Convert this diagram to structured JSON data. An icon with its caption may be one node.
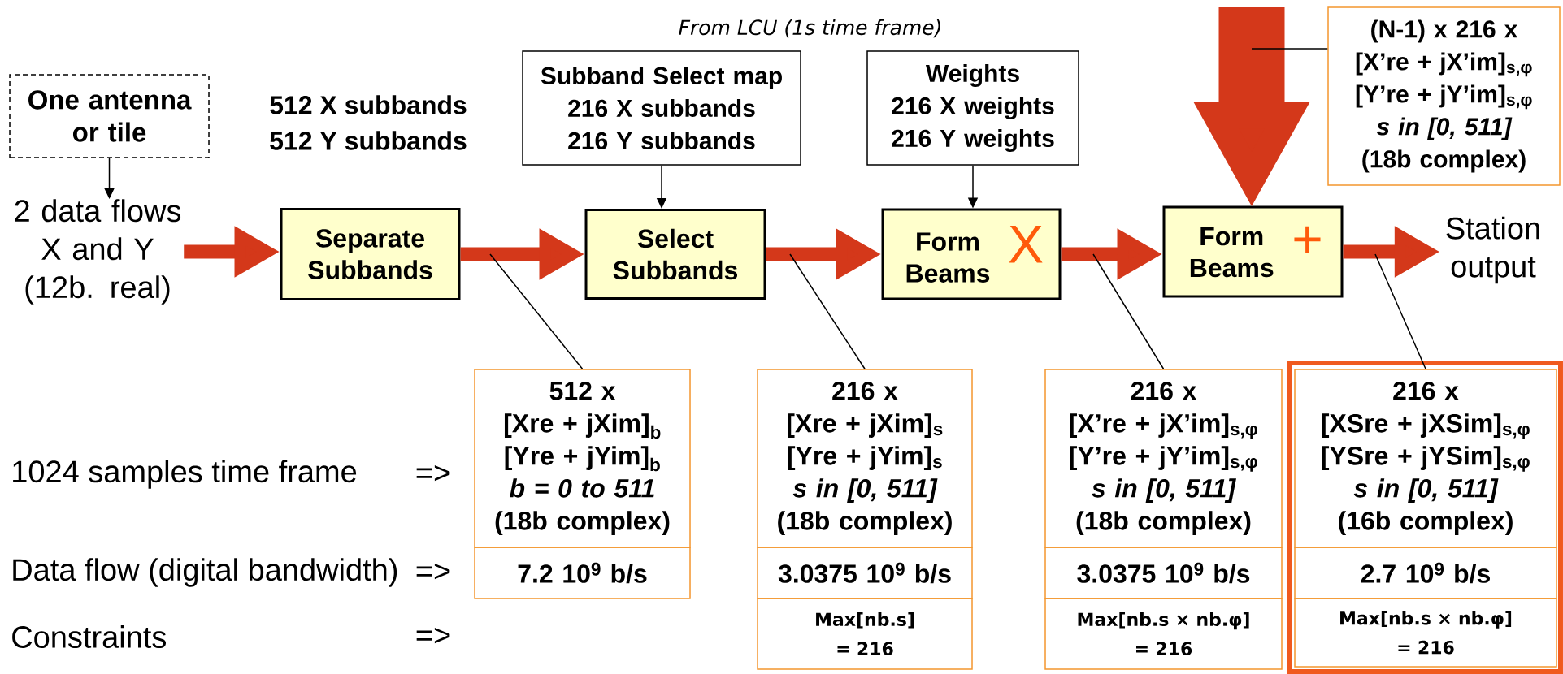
{
  "diagram": {
    "nodes": [
      {
        "text": [
          "One antenna or tile"
        ]
      },
      {
        "text": [
          "2 data flows X and Y (12b. real)"
        ]
      },
      {
        "text": [
          "Separate Subbands"
        ]
      },
      {
        "text": [
          "Subband Select map",
          "216 X subbands",
          "216 Y subbands"
        ]
      },
      {
        "text": [
          "Select Subbands"
        ]
      },
      {
        "text": [
          "Weights",
          "216 X weights",
          "216 Y weights"
        ]
      },
      {
        "text": [
          "Form Beams",
          "X"
        ]
      },
      {
        "text": [
          "Form Beams",
          "+"
        ]
      },
      {
        "text": [
          "Station output"
        ]
      },
      {
        "text": [
          "(N-1) x 216 x",
          "[X’re + jX’im]$_{s,φ}$",
          "[Y’re + jY’im]$_{s,φ}$",
          "s in [0, 511]",
          "(18b complex)"
        ]
      },
      {
        "text": [
          "512 x",
          "[Xre + jXim]$_{b}$",
          "[Yre + jYim]$_{b}$",
          "b = 0 to 511",
          "(18b complex)"
        ]
      },
      {
        "text": [
          "7.2 10$^{9}$ b/s"
        ]
      },
      {
        "text": [
          "216 x",
          "[Xre + jXim]$_{s}$",
          "[Yre + jYim]$_{s}$",
          "s in [0, 511]",
          "(18b complex)"
        ]
      },
      {
        "text": [
          "3.0375 10$^{9}$ b/s"
        ]
      },
      {
        "text": [
          "Max[nb.s]",
          "= 216"
        ]
      },
      {
        "text": [
          "216 x",
          "[X’re + jX’im]$_{s,φ}$",
          "[Y’re + jY’im]$_{s,φ}$",
          "s in [0, 511]",
          "(18b complex)"
        ]
      },
      {
        "text": [
          "3.0375 10$^{9}$ b/s"
        ]
      },
      {
        "text": [
          "Max[nb.s × nb.φ]",
          "= 216"
        ]
      },
      {
        "text": [],
        "shape": "box"
      },
      {
        "text": [
          "216 x",
          "[XSre + jXSim]$_{s,φ}$",
          "[YSre + jYSim]$_{s,φ}$",
          "s in [0, 511]",
          "(16b complex)"
        ],
        "in": 18
      },
      {
        "text": [
          "2.7 10$^{9}$ b/s"
        ],
        "in": 18
      },
      {
        "text": [
          "Max[nb.s × nb.φ]",
          "= 216"
        ],
        "in": 18
      }
    ],
    "edges": [
      {
        "from": 0,
        "to": 1,
        "arrow": "to"
      },
      {
        "from": 1,
        "to": 2,
        "arrow": "to",
        "style": "thick",
        "color": "#d4381a"
      },
      {
        "from": 2,
        "to": 4,
        "arrow": "to",
        "style": "thick",
        "color": "#d4381a"
      },
      {
        "from": 3,
        "to": 4,
        "arrow": "to"
      },
      {
        "from": 4,
        "to": 6,
        "arrow": "to",
        "style": "thick",
        "color": "#d4381a"
      },
      {
        "from": 5,
        "to": 6,
        "arrow": "to"
      },
      {
        "from": 6,
        "to": 7,
        "arrow": "to",
        "style": "thick",
        "color": "#d4381a"
      },
      {
        "from": null,
        "to": 7,
        "arrow": "to",
        "style": "thick",
        "color": "#d4381a"
      },
      {
        "from": 7,
        "to": 8,
        "arrow": "to",
        "style": "thick",
        "color": "#d4381a"
      },
      {
        "from": 9,
        "to": null,
        "arrow": "none"
      },
      {
        "from": 10,
        "to": null,
        "arrow": "none"
      },
      {
        "from": 12,
        "to": null,
        "arrow": "none"
      },
      {
        "from": 15,
        "to": null,
        "arrow": "none"
      },
      {
        "from": 19,
        "to": null,
        "arrow": "none"
      }
    ],
    "labels": [
      "From LCU (1s time frame)",
      "512 X subbands",
      "512 Y subbands",
      "1024 samples time frame",
      "=>",
      "Data flow (digital bandwidth)",
      "=>",
      "Constraints",
      "=>"
    ]
  }
}
